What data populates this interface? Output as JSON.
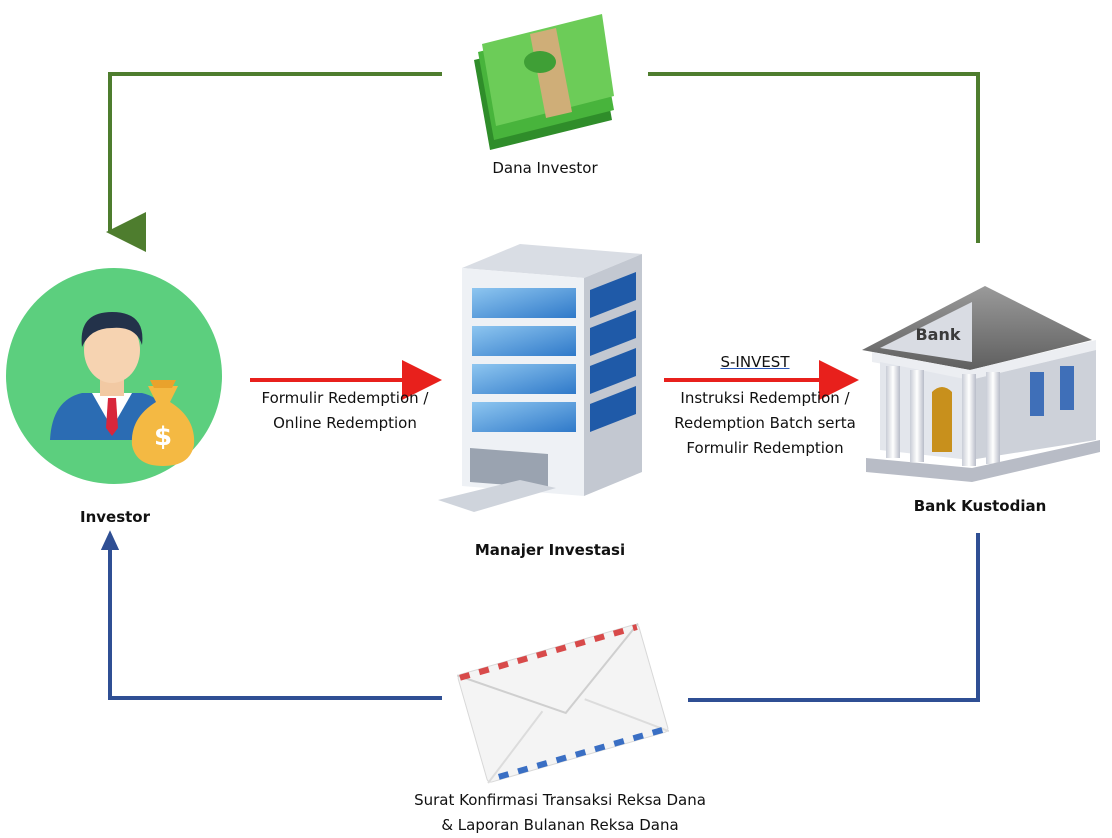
{
  "nodes": {
    "investor": "Investor",
    "manajer_investasi": "Manajer Investasi",
    "bank_kustodian": "Bank Kustodian",
    "bank_sign": "Bank"
  },
  "edges": {
    "dana_investor": "Dana Investor",
    "formulir_line1": "Formulir Redemption /",
    "formulir_line2": "Online Redemption",
    "sinvest": "S-INVEST",
    "instruksi_line1": "Instruksi Redemption /",
    "instruksi_line2": "Redemption Batch serta",
    "instruksi_line3": "Formulir Redemption",
    "surat_line1": "Surat Konfirmasi Transaksi Reksa Dana",
    "surat_line2": "& Laporan Bulanan Reksa Dana"
  },
  "icons": {
    "investor": "investor-money-bag-icon",
    "manajer": "office-building-icon",
    "bank": "bank-building-icon",
    "money": "cash-stack-icon",
    "envelope": "airmail-envelope-icon"
  },
  "colors": {
    "green_flow": "#4e7d2e",
    "blue_flow": "#2f4f94",
    "red_arrow": "#e8201c",
    "investor_circle": "#5ccf7e"
  }
}
